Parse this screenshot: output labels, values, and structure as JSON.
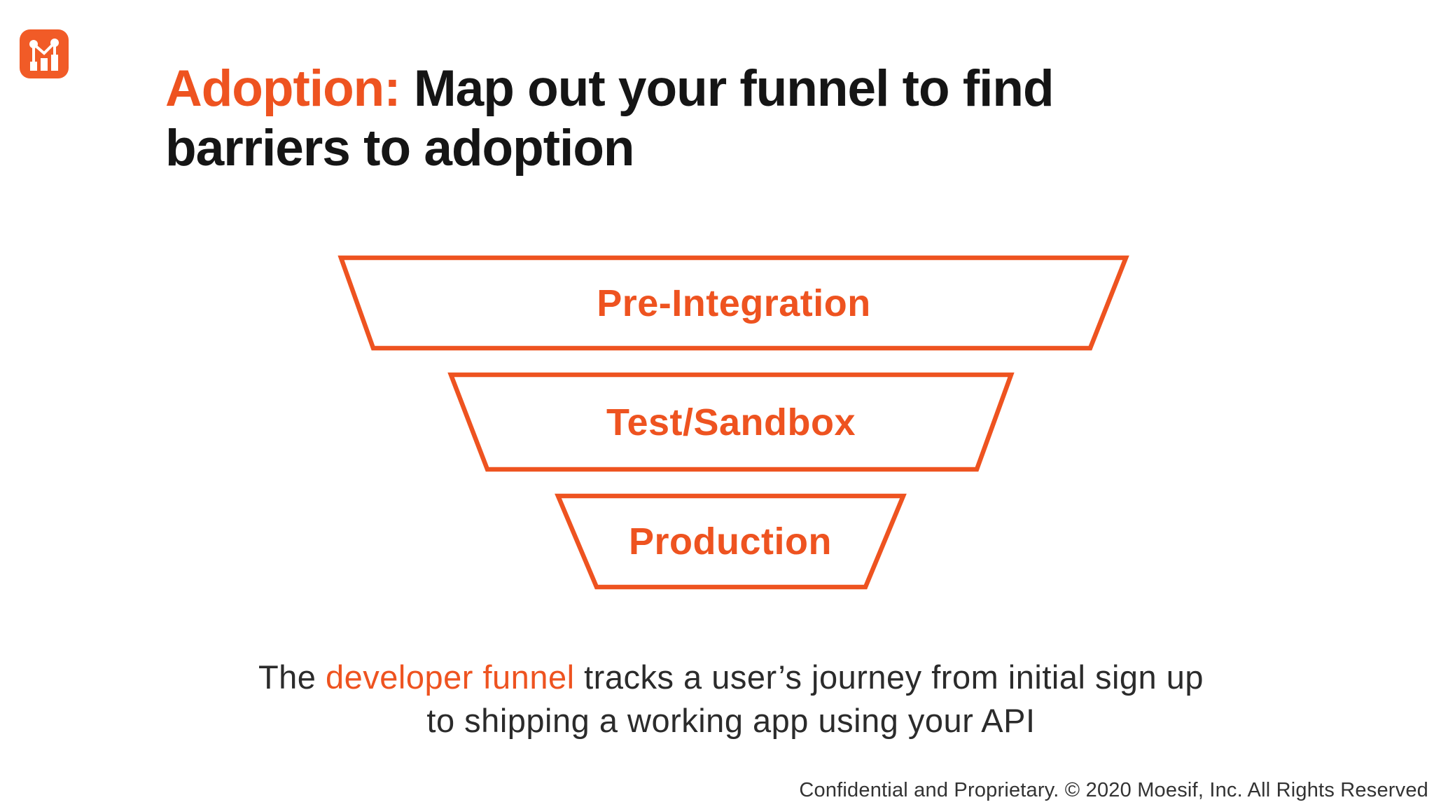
{
  "slide": {
    "logo": {
      "icon": "bar-line-chart-icon",
      "brand": "Moesif"
    },
    "title": {
      "accent": "Adoption:",
      "line1": "Map out your funnel to find",
      "line2": "barriers to adoption"
    },
    "funnel": {
      "type": "funnel",
      "stages": [
        {
          "label": "Pre-Integration"
        },
        {
          "label": "Test/Sandbox"
        },
        {
          "label": "Production"
        }
      ]
    },
    "caption": {
      "pre": "The ",
      "accent": "developer funnel",
      "post": " tracks a user’s journey from initial sign up",
      "line2": "to shipping a working app using your API"
    },
    "footer": "Confidential and Proprietary. © 2020 Moesif, Inc. All Rights Reserved"
  },
  "colors": {
    "brand_orange": "#EE5320",
    "logo_orange": "#F15B27",
    "title_text": "#151515",
    "body_text": "#2B2B2B",
    "footer_text": "#333333",
    "background": "#FFFFFF"
  }
}
